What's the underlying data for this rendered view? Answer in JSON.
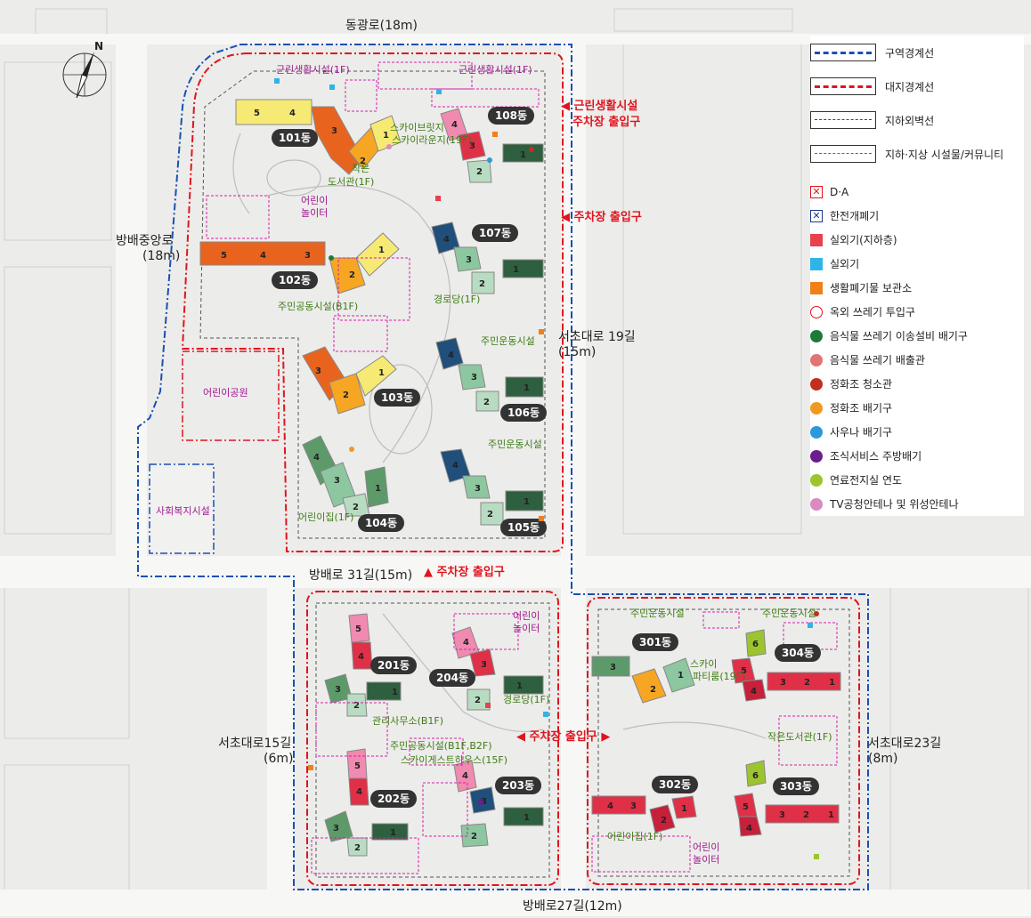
{
  "roads": {
    "north": "동광로(18m)",
    "west": "방배중앙로\n(18m)",
    "east_upper": "서초대로 19길\n(15m)",
    "middle": "방배로 31길(15m)",
    "west_lower": "서초대로15길\n(6m)",
    "east_lower": "서초대로23길\n(8m)",
    "south": "방배로27길(12m)"
  },
  "entrances": {
    "north_e1": "◀ 근린생활시설",
    "north_e2": "주차장 출입구",
    "north_e3": "◀ 주차장 출입구",
    "middle": "▲ 주차장 출입구",
    "south_center": "◀ 주차장 출입구 ▶"
  },
  "buildings": [
    {
      "id": "101",
      "label": "101동"
    },
    {
      "id": "102",
      "label": "102동"
    },
    {
      "id": "103",
      "label": "103동"
    },
    {
      "id": "104",
      "label": "104동"
    },
    {
      "id": "105",
      "label": "105동"
    },
    {
      "id": "106",
      "label": "106동"
    },
    {
      "id": "107",
      "label": "107동"
    },
    {
      "id": "108",
      "label": "108동"
    },
    {
      "id": "201",
      "label": "201동"
    },
    {
      "id": "202",
      "label": "202동"
    },
    {
      "id": "203",
      "label": "203동"
    },
    {
      "id": "204",
      "label": "204동"
    },
    {
      "id": "301",
      "label": "301동"
    },
    {
      "id": "302",
      "label": "302동"
    },
    {
      "id": "303",
      "label": "303동"
    },
    {
      "id": "304",
      "label": "304동"
    }
  ],
  "facilities": {
    "f1": "근린생활시설(1F)",
    "f2": "근린생활시설(1F)",
    "f3": "스카이브릿지",
    "f4": "스카이라운지(19F)",
    "f5": "작은",
    "f5b": "도서관(1F)",
    "f6": "어린이",
    "f6b": "놀이터",
    "f7": "주민공동시설(B1F)",
    "f8": "경로당(1F)",
    "f9": "주민운동시설",
    "f10": "주민운동시설",
    "f11": "어린이집(1F)",
    "f12": "어린이공원",
    "f13": "사회복지시설",
    "f14": "어린이",
    "f14b": "놀이터",
    "f15": "경로당(1F)",
    "f16": "관리사무소(B1F)",
    "f17": "주민공동시설(B1F,B2F)",
    "f18": "스카이게스트하우스(15F)",
    "f19": "주민운동시설",
    "f20": "주민운동시설",
    "f21": "스카이",
    "f21b": "파티룸(19F)",
    "f22": "작은도서관(1F)",
    "f23": "어린이집(1F)",
    "f24": "어린이",
    "f24b": "놀이터"
  },
  "legend": {
    "lines": [
      {
        "label": "구역경계선",
        "color": "#1a4fb5",
        "style": "dashdot"
      },
      {
        "label": "대지경계선",
        "color": "#e0141e",
        "style": "dashdot"
      },
      {
        "label": "지하외벽선",
        "color": "#444444",
        "style": "dashed"
      },
      {
        "label": "지하·지상 시설물/커뮤니티",
        "color": "#d61fa8",
        "style": "dashed"
      }
    ],
    "items": [
      {
        "label": "D·A",
        "icon": "box-x-red-icon",
        "color": "#e0141e"
      },
      {
        "label": "한전개폐기",
        "icon": "box-x-blue-icon",
        "color": "#1a3a8c"
      },
      {
        "label": "실외기(지하층)",
        "icon": "square-icon",
        "color": "#e8404e"
      },
      {
        "label": "실외기",
        "icon": "square-icon",
        "color": "#2fb4e8"
      },
      {
        "label": "생활폐기물 보관소",
        "icon": "square-icon",
        "color": "#f0801a"
      },
      {
        "label": "옥외 쓰레기 투입구",
        "icon": "ring-icon",
        "color": "#e0141e"
      },
      {
        "label": "음식물 쓰레기 이송설비 배기구",
        "icon": "dot-icon",
        "color": "#1e7a3a"
      },
      {
        "label": "음식물 쓰레기 배출관",
        "icon": "dot-icon",
        "color": "#e07575"
      },
      {
        "label": "정화조 청소관",
        "icon": "dot-icon",
        "color": "#c0301e"
      },
      {
        "label": "정화조 배기구",
        "icon": "dot-icon",
        "color": "#f09a20"
      },
      {
        "label": "사우나 배기구",
        "icon": "dot-icon",
        "color": "#2c9ad8"
      },
      {
        "label": "조식서비스 주방배기",
        "icon": "dot-icon",
        "color": "#6b1e8c"
      },
      {
        "label": "연료전지실 연도",
        "icon": "dot-icon",
        "color": "#9cc42e"
      },
      {
        "label": "TV공청안테나 및 위성안테나",
        "icon": "dot-icon",
        "color": "#d98ac0"
      }
    ]
  },
  "colors": {
    "yellow": "#f7ea74",
    "orange": "#f28a1e",
    "deep_orange": "#e8641e",
    "amber": "#f6a623",
    "dark_green": "#2e5f3e",
    "green": "#5d9a6a",
    "light_green": "#b8dcc1",
    "mint": "#8cc7a0",
    "navy": "#1f4f7a",
    "pink": "#f08ab0",
    "red": "#e03048",
    "crimson": "#c7203a",
    "lime": "#9cc42e"
  }
}
